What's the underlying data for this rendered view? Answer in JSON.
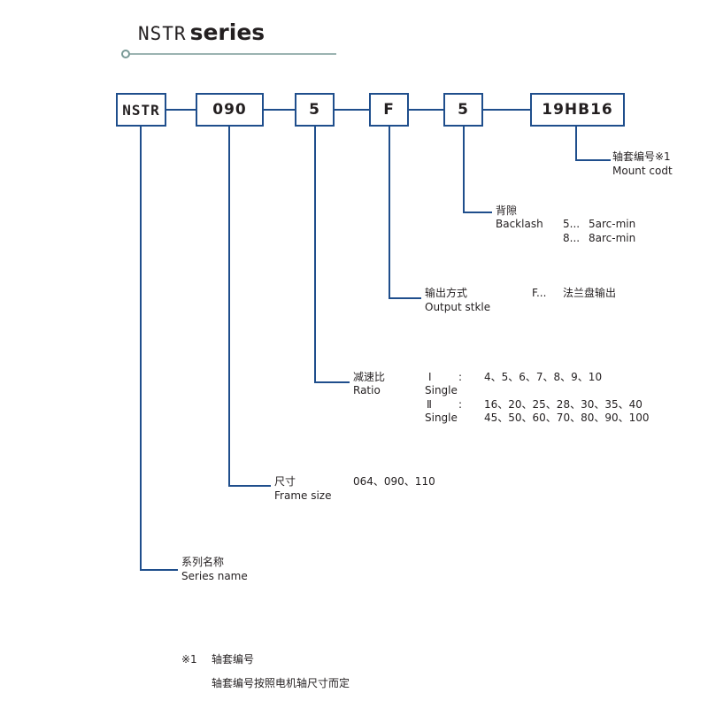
{
  "header": {
    "title_code": "NSTR",
    "title_word": "series"
  },
  "code_boxes": [
    "NSTR",
    "090",
    "5",
    "F",
    "5",
    "19HB16"
  ],
  "callouts": {
    "mount": {
      "cn": "轴套编号※1",
      "en": "Mount codt"
    },
    "backlash": {
      "cn": "背隙",
      "en": "Backlash",
      "options": [
        {
          "key": "5...",
          "value": "5arc-min"
        },
        {
          "key": "8...",
          "value": "8arc-min"
        }
      ]
    },
    "output": {
      "cn": "输出方式",
      "en": "Output stkle",
      "option_key": "F...",
      "option_value": "法兰盘输出"
    },
    "ratio": {
      "cn": "减速比",
      "en": "Ratio",
      "rows": [
        {
          "stage": "Ⅰ",
          "sep": ":",
          "values": "4、5、6、7、8、9、10"
        },
        {
          "stage_label": "Single"
        },
        {
          "stage": "Ⅱ",
          "sep": ":",
          "values": "16、20、25、28、30、35、40"
        },
        {
          "stage_label": "Single",
          "values": "45、50、60、70、80、90、100"
        }
      ]
    },
    "frame": {
      "cn": "尺寸",
      "en": "Frame size",
      "values": "064、090、110"
    },
    "series": {
      "cn": "系列名称",
      "en": "Series name"
    }
  },
  "footnote": {
    "mark": "※1",
    "title": "轴套编号",
    "text": "轴套编号按照电机轴尺寸而定"
  },
  "colors": {
    "line": "#1f4e8c",
    "header_rule": "#7a9a97"
  }
}
